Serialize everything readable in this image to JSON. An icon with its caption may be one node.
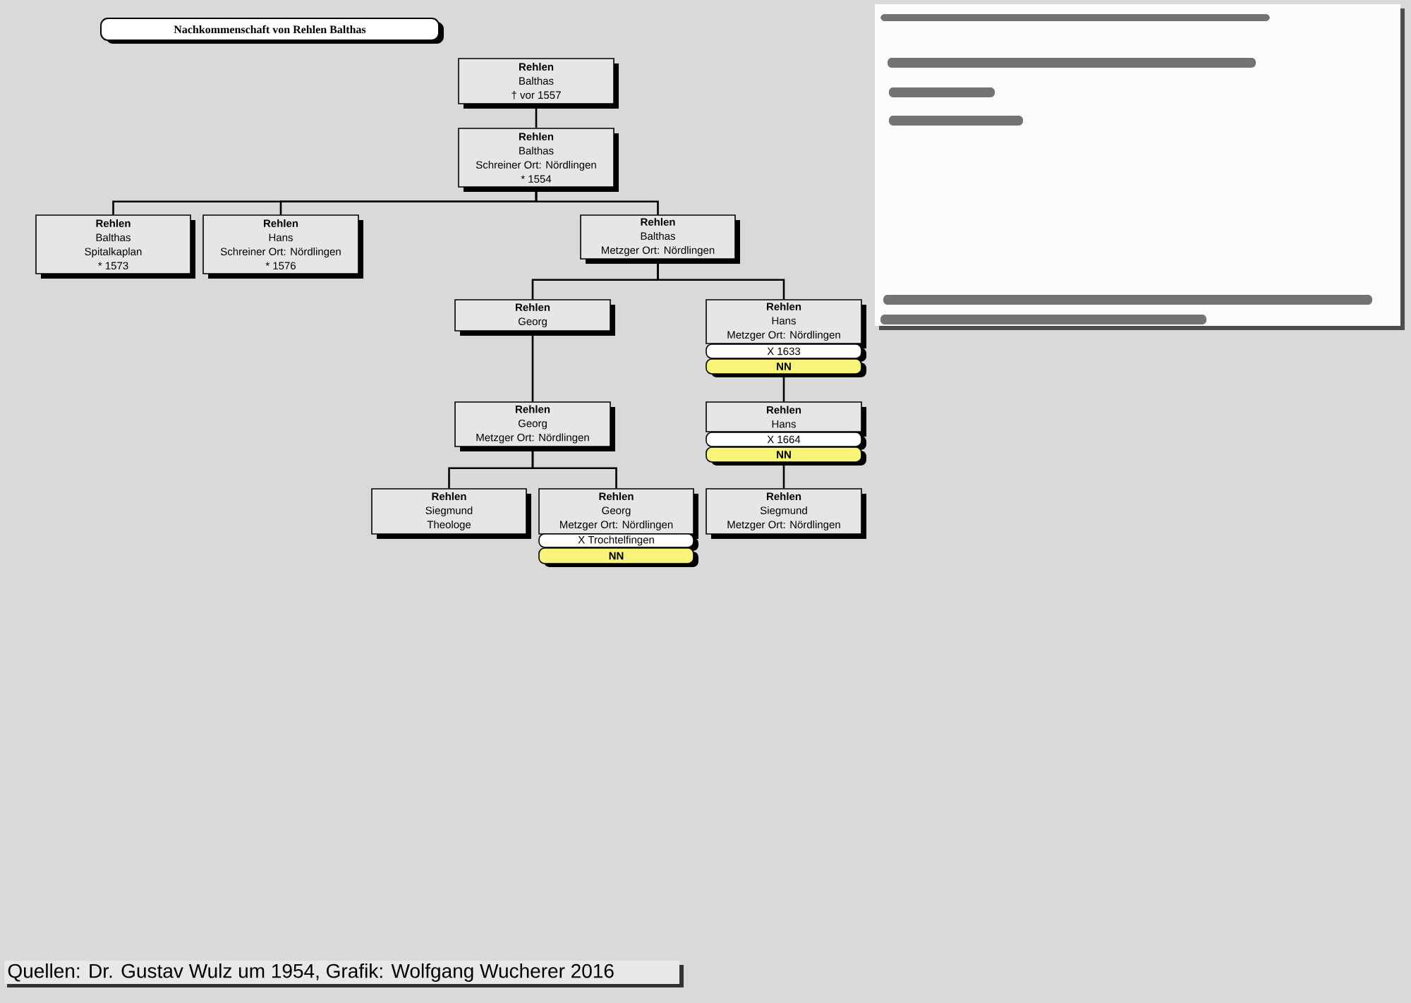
{
  "diagram": {
    "title": "Nachkommenschaft von Rehlen Balthas",
    "caption": "Quellen: Dr. Gustav Wulz um 1954, Grafik: Wolfgang Wucherer 2016",
    "nodes": [
      {
        "text": [
          "Rehlen",
          "Balthas",
          "† vor 1557"
        ]
      },
      {
        "text": [
          "Rehlen",
          "Balthas",
          "Schreiner Ort: Nördlingen",
          "* 1554"
        ]
      },
      {
        "text": [
          "Rehlen",
          "Balthas",
          "Spitalkaplan",
          "* 1573"
        ]
      },
      {
        "text": [
          "Rehlen",
          "Hans",
          "Schreiner Ort: Nördlingen",
          "* 1576"
        ]
      },
      {
        "text": [
          "Rehlen",
          "Balthas",
          "Metzger Ort: Nördlingen"
        ]
      },
      {
        "text": [
          "Rehlen",
          "Georg"
        ]
      },
      {
        "text": [
          "Rehlen",
          "Hans",
          "Metzger Ort: Nördlingen"
        ]
      },
      {
        "text": [
          "X 1633"
        ]
      },
      {
        "text": [
          "NN"
        ]
      },
      {
        "text": [
          "Rehlen",
          "Georg",
          "Metzger Ort: Nördlingen"
        ]
      },
      {
        "text": [
          "Rehlen",
          "Hans"
        ]
      },
      {
        "text": [
          "X 1664"
        ]
      },
      {
        "text": [
          "NN"
        ]
      },
      {
        "text": [
          "Rehlen",
          "Siegmund",
          "Theologe"
        ]
      },
      {
        "text": [
          "Rehlen",
          "Georg",
          "Metzger Ort: Nördlingen"
        ]
      },
      {
        "text": [
          "X Trochtelfingen"
        ]
      },
      {
        "text": [
          "NN"
        ]
      },
      {
        "text": [
          "Rehlen",
          "Siegmund",
          "Metzger Ort: Nördlingen"
        ]
      },
      {
        "text": [],
        "shape": "picture"
      }
    ],
    "edges": [
      {
        "from": 0,
        "to": 1,
        "arrow": "none"
      },
      {
        "from": 1,
        "to": 2,
        "arrow": "none"
      },
      {
        "from": 1,
        "to": 3,
        "arrow": "none"
      },
      {
        "from": 1,
        "to": 4,
        "arrow": "none"
      },
      {
        "from": 4,
        "to": 5,
        "arrow": "none"
      },
      {
        "from": 4,
        "to": 6,
        "arrow": "none"
      },
      {
        "from": 5,
        "to": 9,
        "arrow": "none"
      },
      {
        "from": 8,
        "to": 10,
        "arrow": "none"
      },
      {
        "from": 9,
        "to": 13,
        "arrow": "none"
      },
      {
        "from": 9,
        "to": 14,
        "arrow": "none"
      },
      {
        "from": 12,
        "to": 17,
        "arrow": "none"
      }
    ]
  }
}
